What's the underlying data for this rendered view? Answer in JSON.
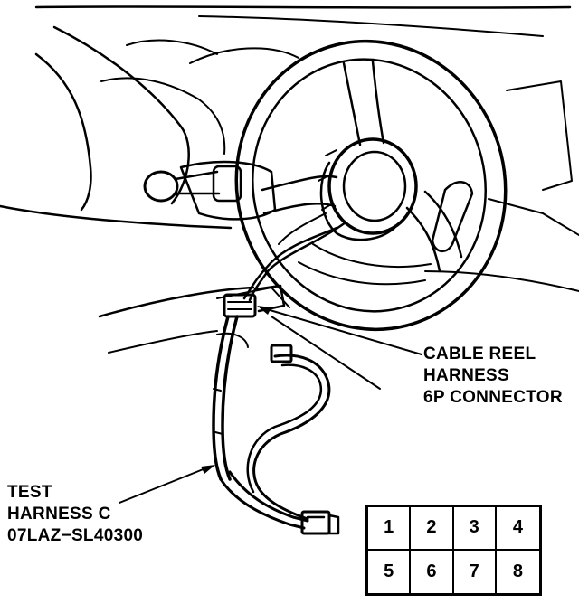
{
  "labels": {
    "cable_reel": [
      "CABLE REEL",
      "HARNESS",
      "6P CONNECTOR"
    ],
    "test_harness": [
      "TEST",
      "HARNESS C",
      "07LAZ−SL40300"
    ]
  },
  "connector_pins": {
    "row1": [
      "1",
      "2",
      "3",
      "4"
    ],
    "row2": [
      "5",
      "6",
      "7",
      "8"
    ]
  }
}
